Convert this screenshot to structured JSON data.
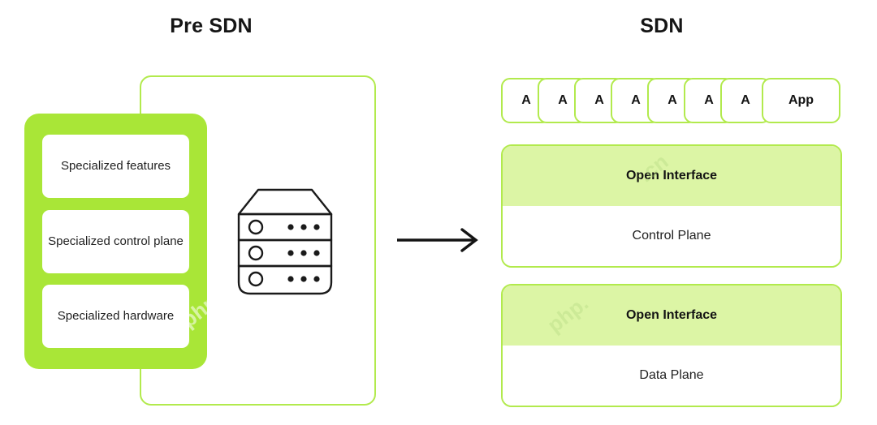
{
  "diagram": {
    "left": {
      "title": "Pre SDN",
      "cards": [
        "Specialized features",
        "Specialized control plane",
        "Specialized hardware"
      ],
      "device_icon": "server-rack-icon"
    },
    "arrow": {
      "icon": "right-arrow-icon",
      "direction": "right"
    },
    "right": {
      "title": "SDN",
      "app_row": {
        "stacked_labels": [
          "A",
          "A",
          "A",
          "A",
          "A",
          "A",
          "A"
        ],
        "front_label": "App"
      },
      "panels": [
        {
          "interface_label": "Open Interface",
          "body_label": "Control Plane"
        },
        {
          "interface_label": "Open Interface",
          "body_label": "Data Plane"
        }
      ]
    },
    "watermarks": [
      "php",
      "php.cn",
      ".cn",
      "php."
    ],
    "colors": {
      "solid_green": "#a9e637",
      "light_green": "#dcf5a5",
      "border_green": "#b2ea4d",
      "card_white": "#ffffff",
      "text_dark": "#131313",
      "arrow_black": "#141414"
    }
  }
}
